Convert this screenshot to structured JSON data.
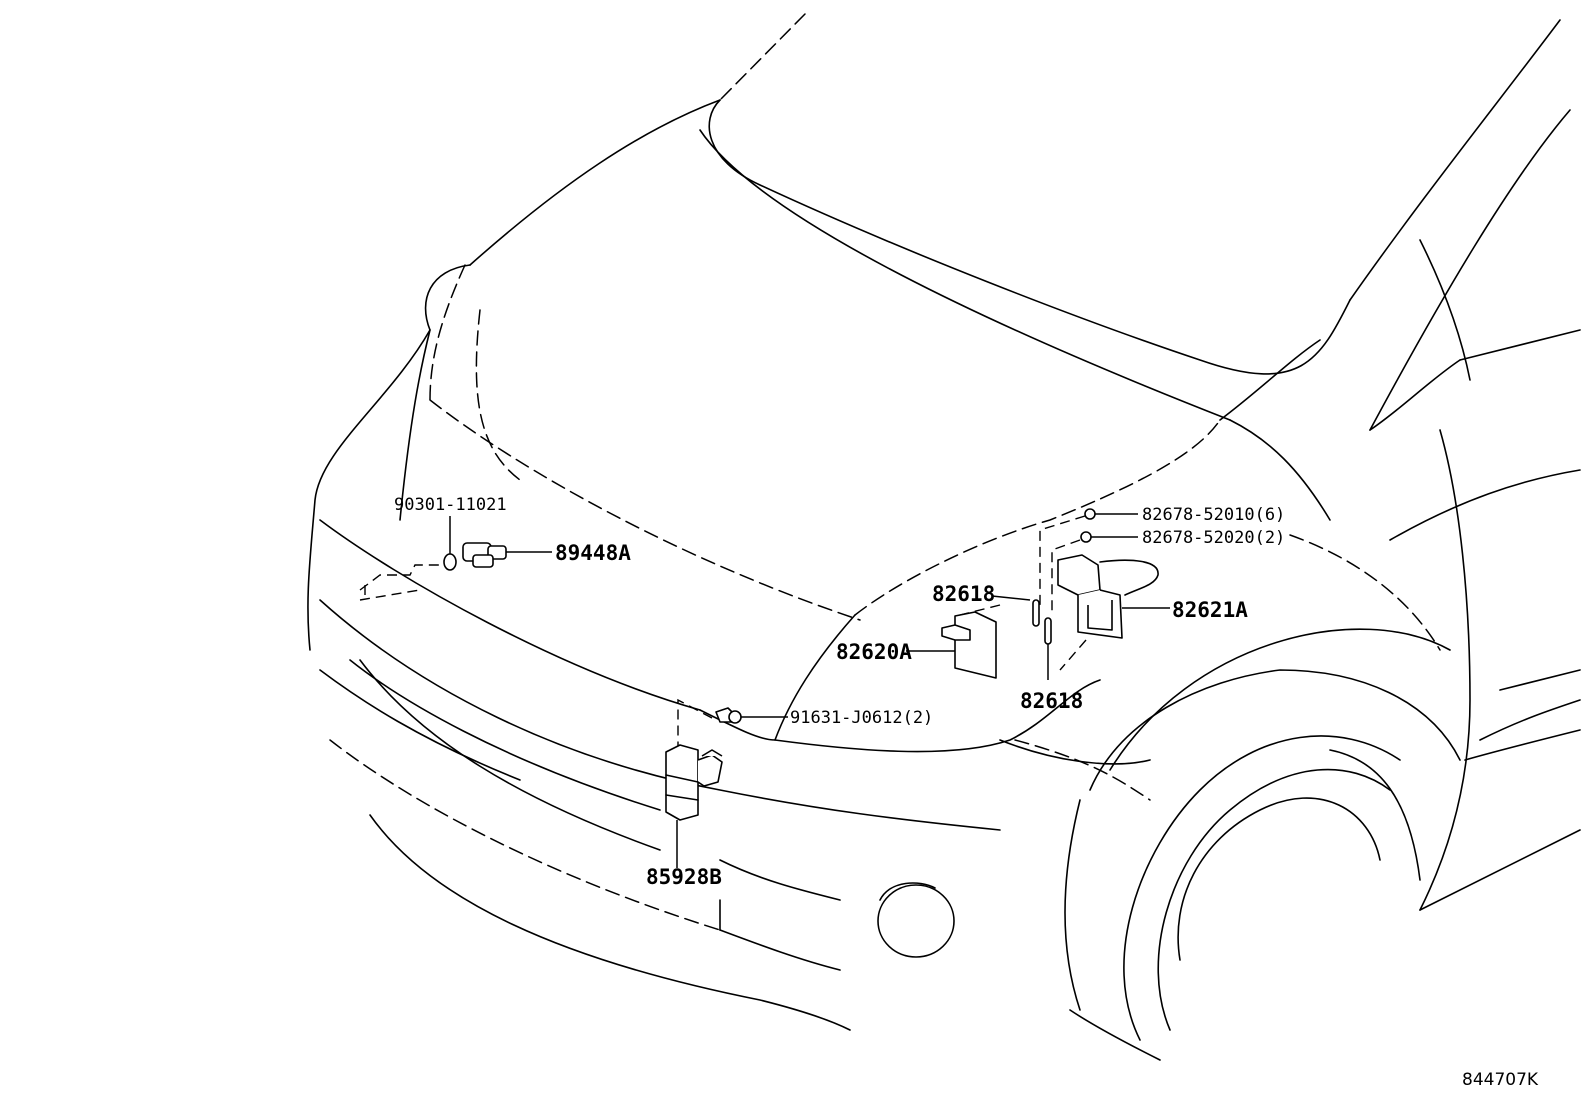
{
  "labels": {
    "clamp_90301": "90301-11021",
    "sensor_89448A": "89448A",
    "bolt_6": "82678-52010(6)",
    "bolt_2": "82678-52020(2)",
    "clip_upper": "82618",
    "bracket_82621A": "82621A",
    "box_82620A": "82620A",
    "clip_lower": "82618",
    "bolt_91631": "91631-J0612(2)",
    "relay_85928B": "85928B",
    "illustration_id": "844707K"
  }
}
